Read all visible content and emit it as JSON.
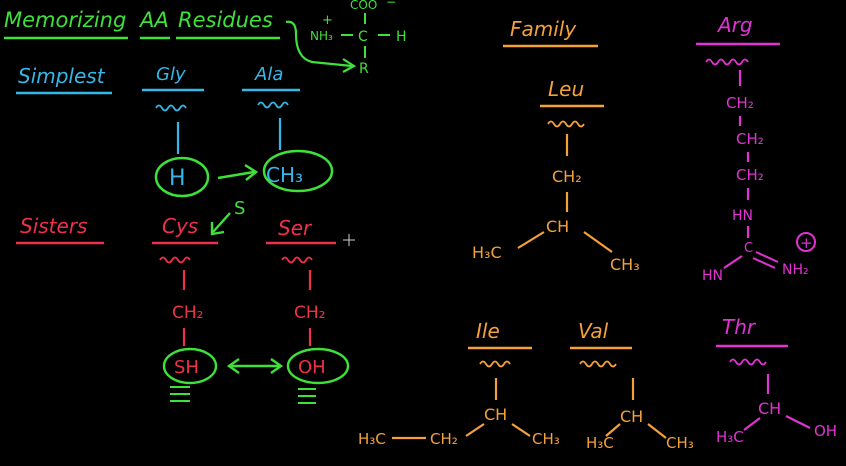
{
  "colors": {
    "background": "#000000",
    "green": "#3ee03a",
    "blue": "#35b7e8",
    "red": "#f0304a",
    "orange": "#f5a13a",
    "magenta": "#e033d2"
  },
  "header": {
    "title_memorizing": "Memorizing",
    "title_aa": "AA",
    "title_residues": "Residues",
    "backbone": {
      "coo": "COO",
      "minus": "−",
      "plus": "+",
      "nh3": "NH₃",
      "c": "C",
      "h": "H",
      "r": "R"
    }
  },
  "simplest": {
    "label": "Simplest",
    "gly": {
      "name": "Gly",
      "group": "H"
    },
    "ala": {
      "name": "Ala",
      "group": "CH₃"
    }
  },
  "sisters": {
    "label": "Sisters",
    "s_note": "S",
    "cys": {
      "name": "Cys",
      "ch2": "CH₂",
      "group": "SH"
    },
    "ser": {
      "name": "Ser",
      "ch2": "CH₂",
      "group": "OH"
    }
  },
  "family": {
    "label": "Family",
    "leu": {
      "name": "Leu",
      "ch2": "CH₂",
      "ch": "CH",
      "h3c": "H₃C",
      "ch3": "CH₃"
    },
    "ile": {
      "name": "Ile",
      "h3c": "H₃C",
      "ch2": "CH₂",
      "ch": "CH",
      "ch3": "CH₃"
    },
    "val": {
      "name": "Val",
      "ch": "CH",
      "h3c": "H₃C",
      "ch3": "CH₃"
    }
  },
  "arg": {
    "name": "Arg",
    "ch2_1": "CH₂",
    "ch2_2": "CH₂",
    "ch2_3": "CH₂",
    "hn": "HN",
    "c": "C",
    "hn2": "HN",
    "nh2": "NH₂",
    "plus": "+"
  },
  "thr": {
    "name": "Thr",
    "ch": "CH",
    "h3c": "H₃C",
    "oh": "OH"
  }
}
